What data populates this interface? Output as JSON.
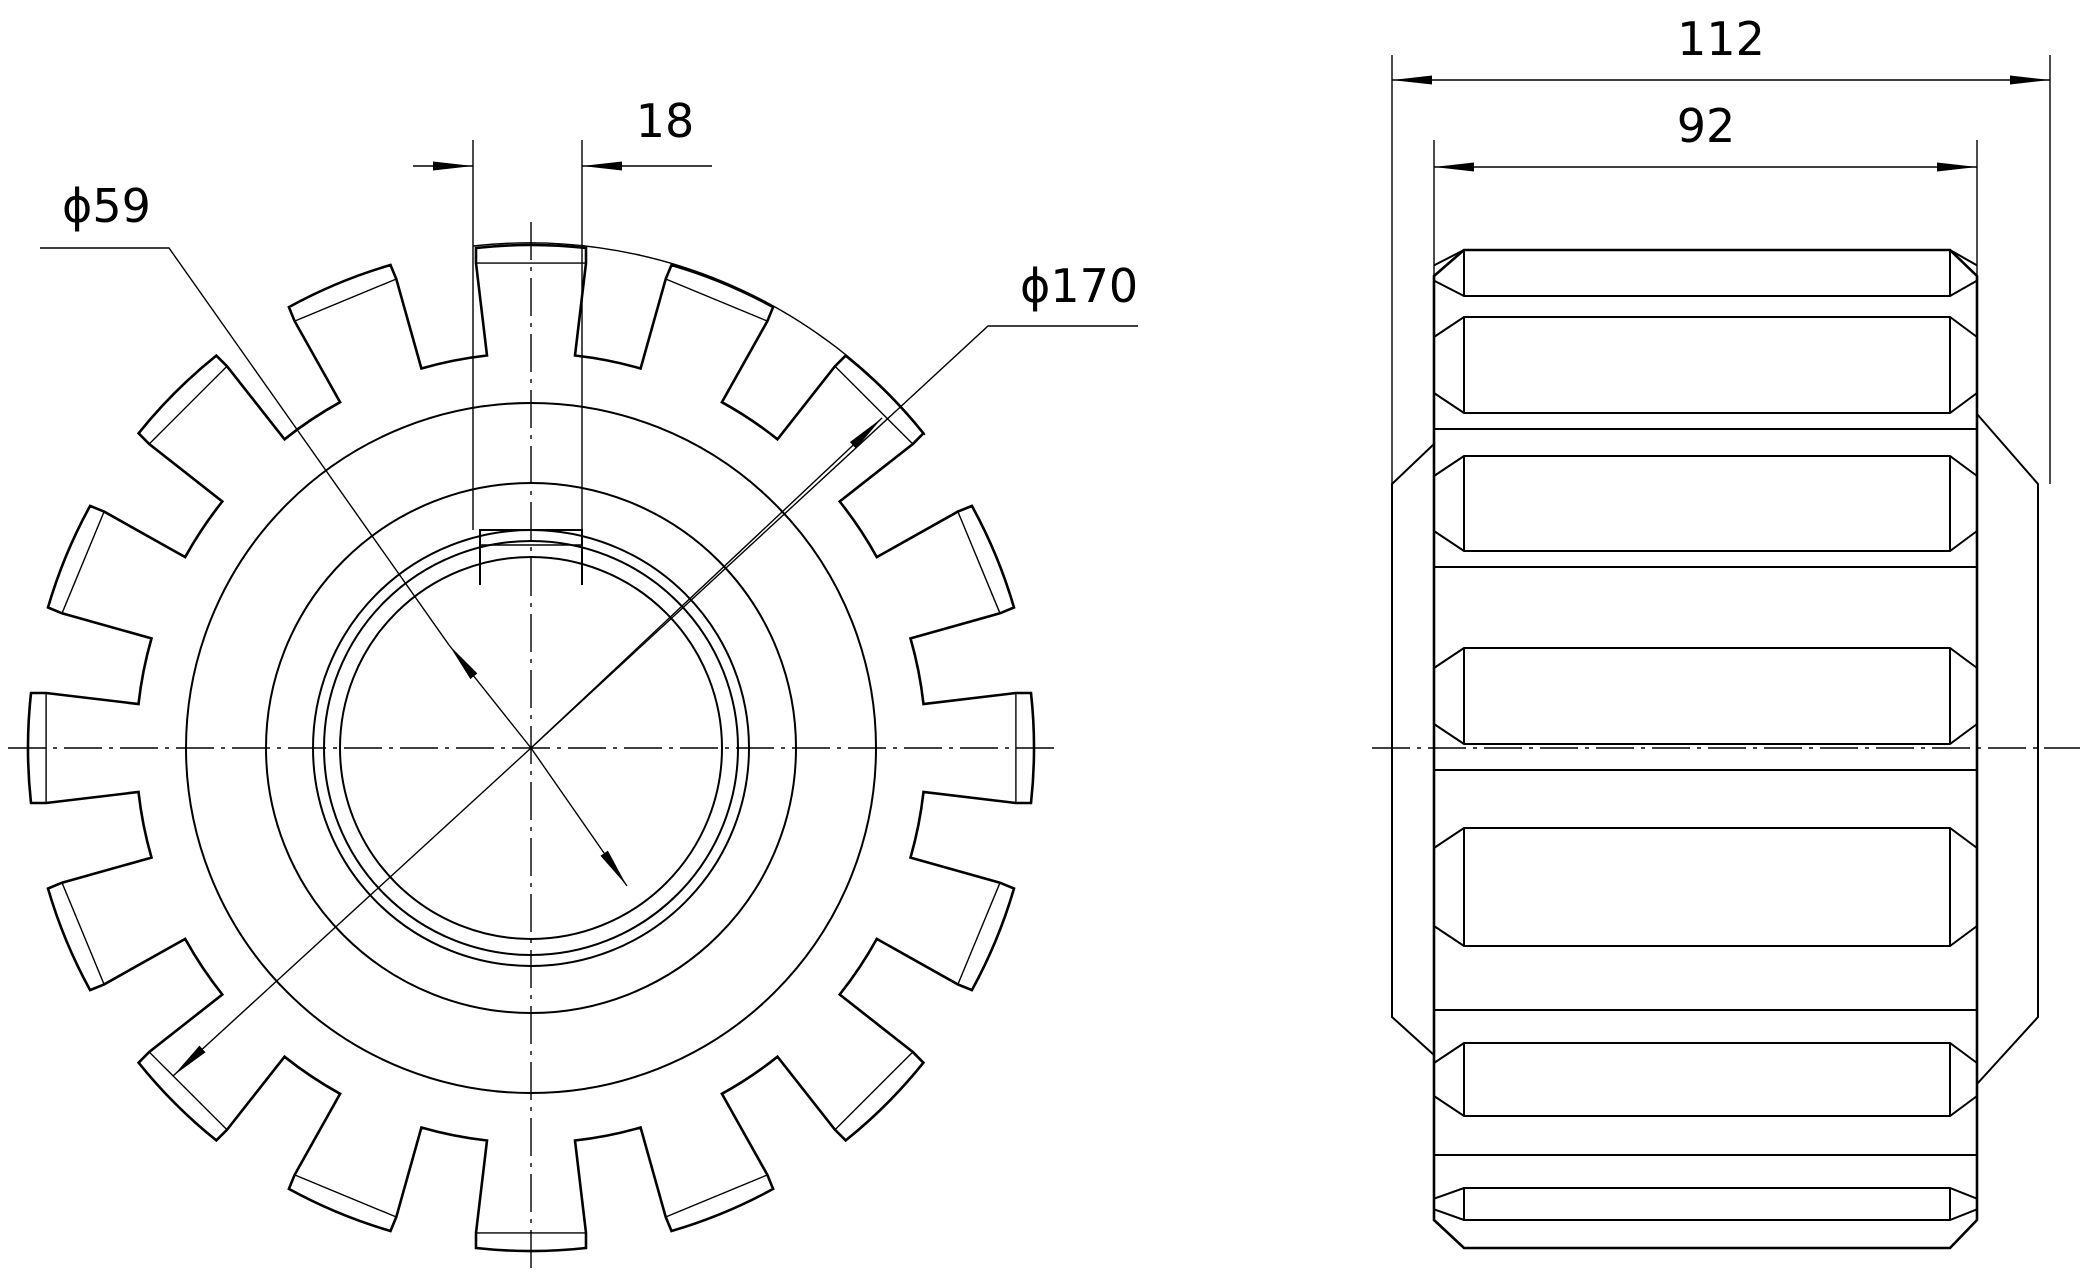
{
  "front_view": {
    "teeth_count": 16,
    "dimensions": {
      "keyway_width": "18",
      "bore_diameter": "ϕ59",
      "outer_diameter": "ϕ170"
    }
  },
  "side_view": {
    "dimensions": {
      "overall_width": "112",
      "face_width": "92"
    }
  }
}
